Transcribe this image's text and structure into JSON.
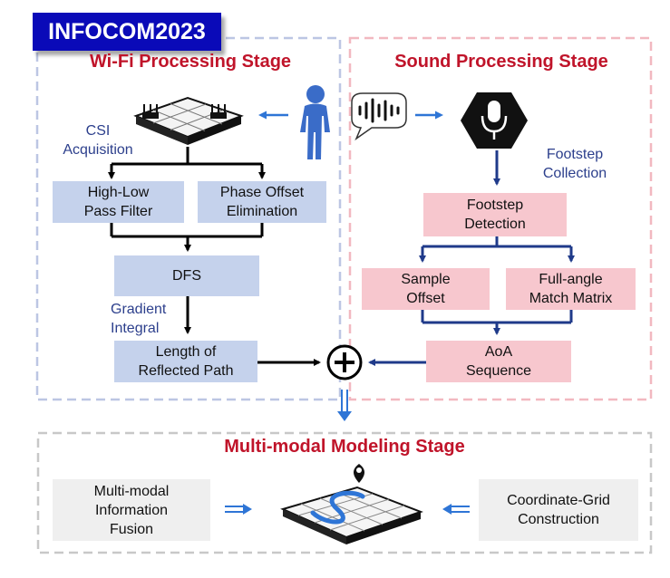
{
  "badge": "INFOCOM2023",
  "wifi": {
    "title": "Wi-Fi Processing Stage",
    "csi_label": "CSI\nAcquisition",
    "filter": "High-Low\nPass Filter",
    "phase": "Phase Offset\nElimination",
    "dfs": "DFS",
    "gradient_label": "Gradient\nIntegral",
    "length": "Length of\nReflected Path"
  },
  "sound": {
    "title": "Sound Processing Stage",
    "collection_label": "Footstep\nCollection",
    "detection": "Footstep\nDetection",
    "sample": "Sample\nOffset",
    "fullangle": "Full-angle\nMatch Matrix",
    "aoa": "AoA\nSequence"
  },
  "modeling": {
    "title": "Multi-modal Modeling Stage",
    "fusion": "Multi-modal\nInformation\nFusion",
    "grid": "Coordinate-Grid\nConstruction"
  },
  "colors": {
    "accent_red": "#c0142a",
    "badge_blue": "#0a0ab8",
    "flow_dark": "#1f3a8a",
    "arrow_blue": "#2e75d6"
  },
  "icons": [
    "router-icon",
    "person-icon",
    "soundwave-icon",
    "microphone-icon",
    "plus-circle-icon",
    "map-path-icon",
    "location-pin-icon"
  ]
}
